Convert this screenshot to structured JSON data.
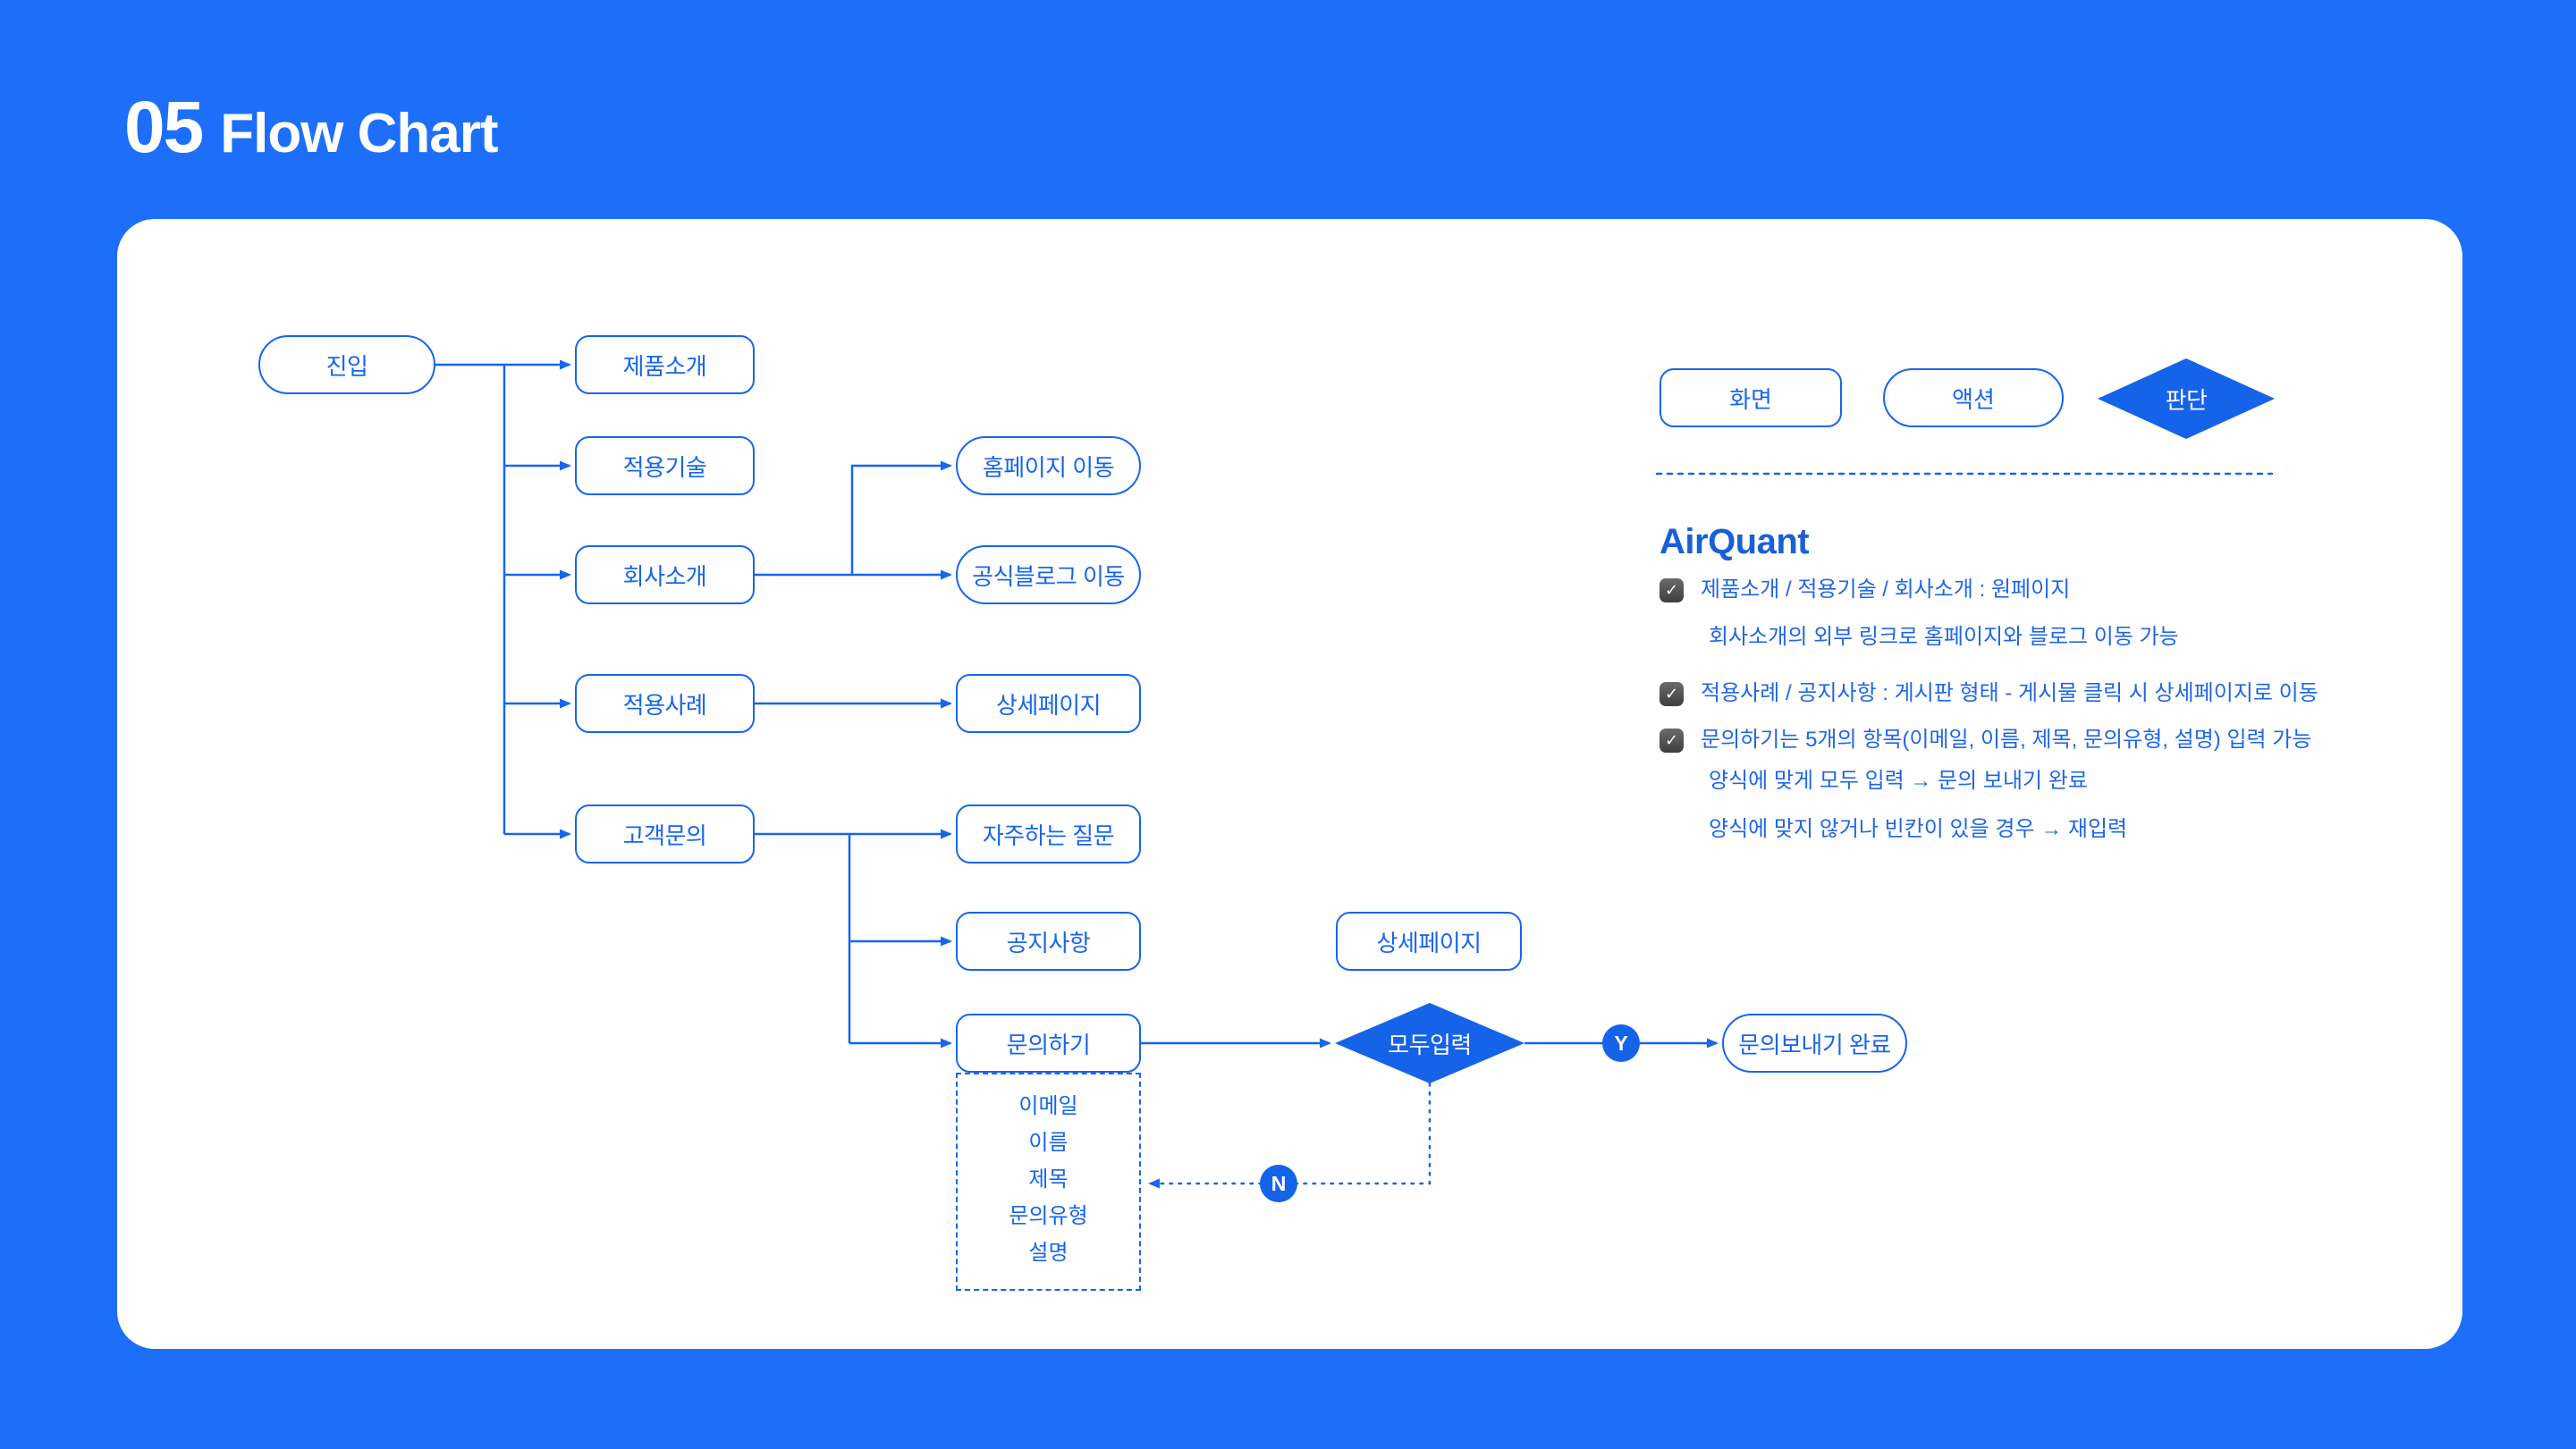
{
  "header": {
    "number": "05",
    "title": "Flow Chart"
  },
  "legend": {
    "screen_label": "화면",
    "action_label": "액션",
    "decision_label": "판단"
  },
  "flow": {
    "nodes": [
      {
        "id": "entry",
        "label": "진입",
        "shape": "action"
      },
      {
        "id": "product-intro",
        "label": "제품소개",
        "shape": "screen"
      },
      {
        "id": "applied-tech",
        "label": "적용기술",
        "shape": "screen"
      },
      {
        "id": "company-intro",
        "label": "회사소개",
        "shape": "screen"
      },
      {
        "id": "use-cases",
        "label": "적용사례",
        "shape": "screen"
      },
      {
        "id": "customer-inquiry",
        "label": "고객문의",
        "shape": "screen"
      },
      {
        "id": "go-homepage",
        "label": "홈페이지 이동",
        "shape": "action"
      },
      {
        "id": "go-blog",
        "label": "공식블로그 이동",
        "shape": "action"
      },
      {
        "id": "detail-page-1",
        "label": "상세페이지",
        "shape": "screen"
      },
      {
        "id": "faq",
        "label": "자주하는 질문",
        "shape": "screen"
      },
      {
        "id": "notice",
        "label": "공지사항",
        "shape": "screen"
      },
      {
        "id": "detail-page-2",
        "label": "상세페이지",
        "shape": "screen"
      },
      {
        "id": "contact",
        "label": "문의하기",
        "shape": "screen"
      },
      {
        "id": "all-input",
        "label": "모두입력",
        "shape": "decision"
      },
      {
        "id": "inquiry-done",
        "label": "문의보내기 완료",
        "shape": "action"
      }
    ],
    "branch_labels": {
      "yes": "Y",
      "no": "N"
    },
    "form_fields": [
      "이메일",
      "이름",
      "제목",
      "문의유형",
      "설명"
    ]
  },
  "notes": {
    "title": "AirQuant",
    "items": [
      {
        "checked": true,
        "text": "제품소개 / 적용기술 / 회사소개 : 원페이지"
      },
      {
        "checked": false,
        "text": "회사소개의 외부 링크로 홈페이지와 블로그 이동 가능"
      },
      {
        "checked": true,
        "text": "적용사례 / 공지사항 : 게시판 형태 - 게시물 클릭 시 상세페이지로 이동"
      },
      {
        "checked": true,
        "text": "문의하기는 5개의 항목(이메일, 이름, 제목, 문의유형, 설명) 입력 가능"
      },
      {
        "checked": false,
        "text": "양식에 맞게 모두 입력 → 문의 보내기 완료"
      },
      {
        "checked": false,
        "text": "양식에 맞지 않거나 빈칸이 있을 경우 → 재입력"
      }
    ],
    "checkmark": "✓"
  },
  "colors": {
    "background": "#1D6FFA",
    "accent": "#1766EB",
    "decision_fill": "#1563E8",
    "checkbox": "#4E4E4E",
    "card": "#FFFFFF"
  }
}
